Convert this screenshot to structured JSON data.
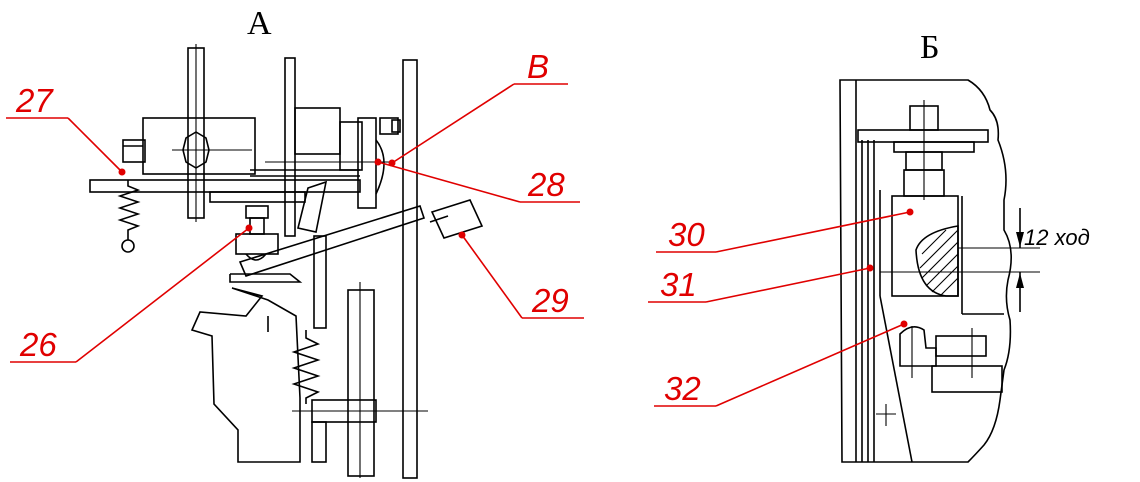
{
  "views": {
    "left_title": "А",
    "right_title": "Б"
  },
  "callouts": {
    "c26": "26",
    "c27": "27",
    "c28": "28",
    "c29": "29",
    "c30": "30",
    "c31": "31",
    "c32": "32",
    "cB": "B"
  },
  "dimension": {
    "text": "12  ход"
  },
  "colors": {
    "ink": "#000000",
    "callout": "#e00000"
  }
}
